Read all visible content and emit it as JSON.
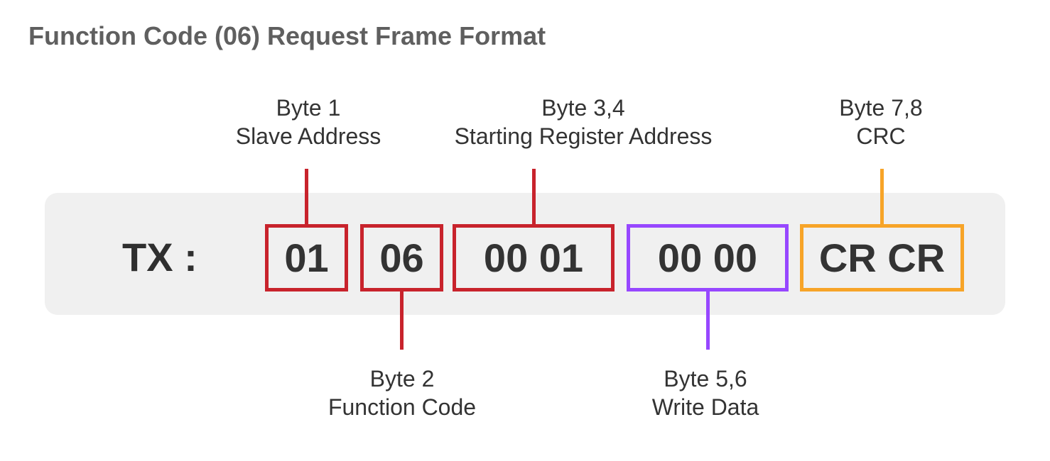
{
  "title": "Function Code (06) Request Frame Format",
  "tx_label": "TX :",
  "bytes": [
    {
      "value": "01",
      "label_line1": "Byte 1",
      "label_line2": "Slave Address",
      "color": "#c8232c"
    },
    {
      "value": "06",
      "label_line1": "Byte 2",
      "label_line2": "Function Code",
      "color": "#c8232c"
    },
    {
      "value": "00 01",
      "label_line1": "Byte 3,4",
      "label_line2": "Starting Register Address",
      "color": "#c8232c"
    },
    {
      "value": "00 00",
      "label_line1": "Byte 5,6",
      "label_line2": "Write Data",
      "color": "#9747ff"
    },
    {
      "value": "CR CR",
      "label_line1": "Byte 7,8",
      "label_line2": "CRC",
      "color": "#f7a428"
    }
  ]
}
